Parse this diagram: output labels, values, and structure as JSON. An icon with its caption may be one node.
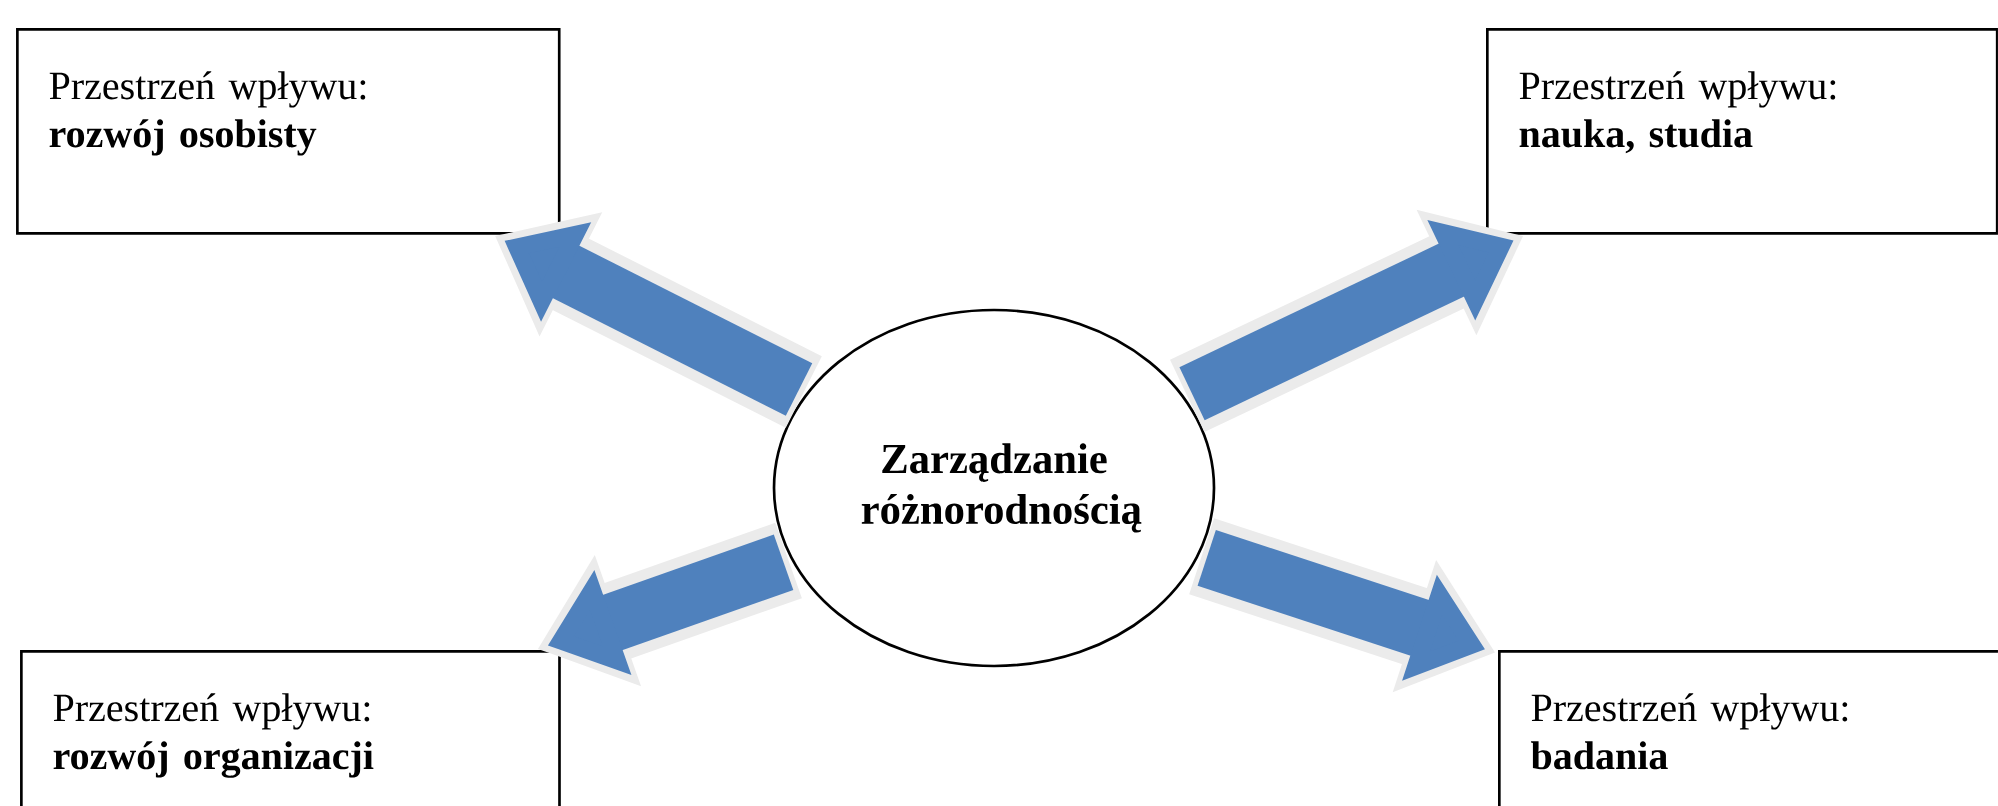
{
  "diagram": {
    "nodes": [
      {
        "text": [
          "Zarządzanie różnorodnością"
        ]
      },
      {
        "text": [
          "Przestrzeń wpływu:",
          "rozwój osobisty"
        ]
      },
      {
        "text": [
          "Przestrzeń wpływu:",
          "nauka, studia"
        ]
      },
      {
        "text": [
          "Przestrzeń wpływu:",
          "rozwój organizacji"
        ]
      },
      {
        "text": [
          "Przestrzeń wpływu:",
          "badania"
        ]
      }
    ],
    "edges": [
      {
        "from": 0,
        "to": 1,
        "arrow": "to"
      },
      {
        "from": 0,
        "to": 2,
        "arrow": "to"
      },
      {
        "from": 0,
        "to": 3,
        "arrow": "to"
      },
      {
        "from": 0,
        "to": 4,
        "arrow": "to"
      }
    ]
  }
}
